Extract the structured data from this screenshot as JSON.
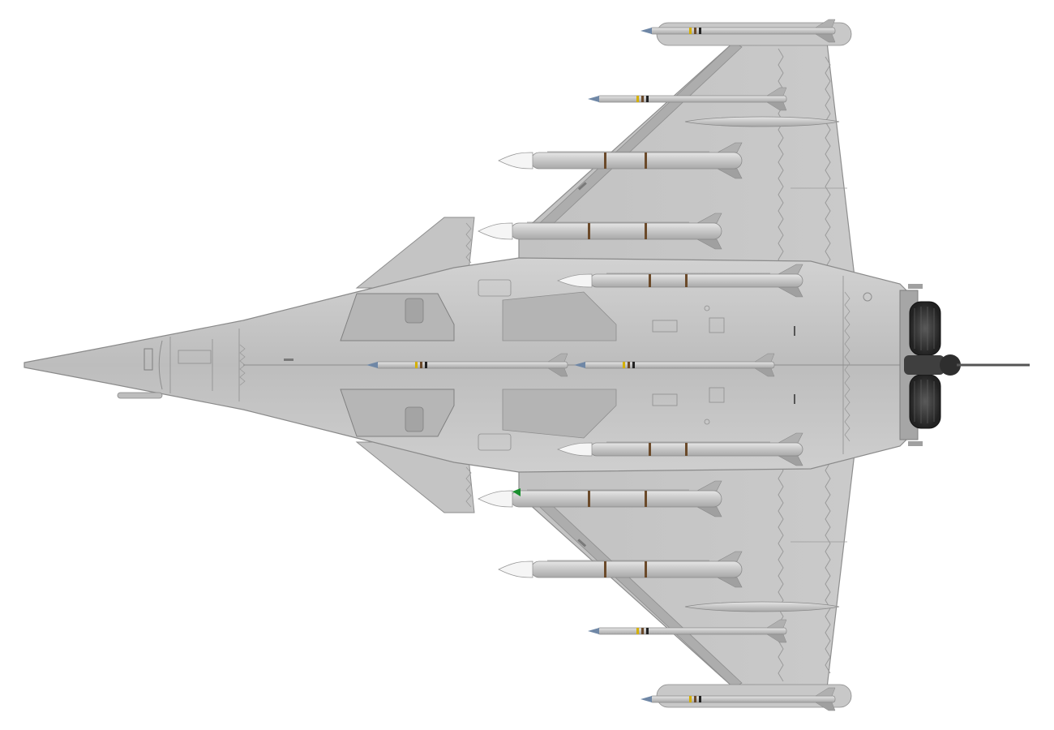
{
  "image": {
    "subject": "",
    "view": "top",
    "background_color": "#ffffff"
  },
  "colors": {
    "airframe": "#bdbdbd",
    "airframe_dark": "#a9a9a9",
    "panel_line": "#8e8e8e",
    "weapon_body": "#cfcfcf",
    "weapon_nose": "#f5f5f5",
    "exhaust": "#3a3a3a",
    "band_yellow": "#d4b000",
    "band_brown": "#6b4a2a",
    "accent_green": "#1a8f2e"
  },
  "icons": {
    "airframe": "aircraft-icon",
    "missile": "missile-icon",
    "fuel_tank": "fuel-tank-icon"
  },
  "stores": {
    "missiles_visible": 12,
    "tanks_visible": 2
  }
}
